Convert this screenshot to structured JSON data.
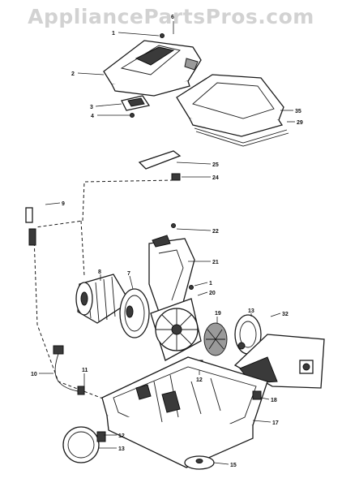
{
  "watermark": "AppliancePartsPros.com",
  "callouts": [
    "1",
    "2",
    "3",
    "4",
    "6",
    "35",
    "29",
    "25",
    "24",
    "9",
    "22",
    "21",
    "8",
    "7",
    "1",
    "20",
    "19",
    "13",
    "32",
    "12",
    "10",
    "11",
    "18",
    "17",
    "12",
    "13",
    "15"
  ]
}
